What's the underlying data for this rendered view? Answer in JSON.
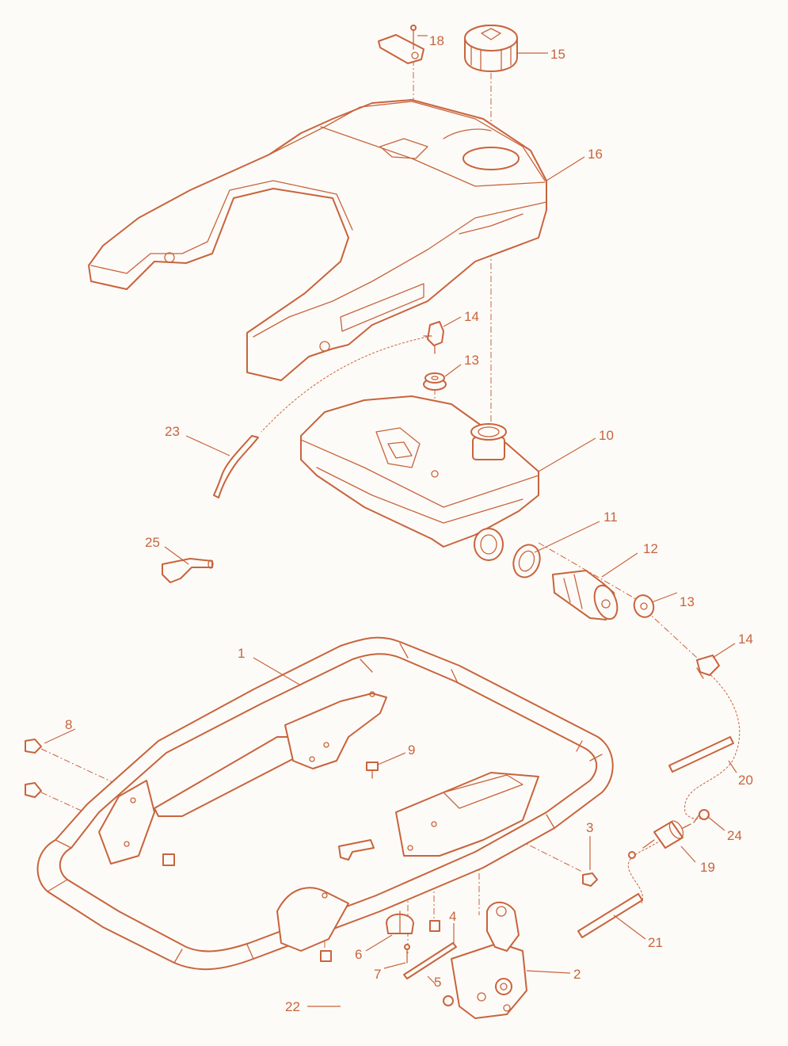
{
  "colors": {
    "line": "#c8643c",
    "background": "#fdfbf8"
  },
  "callouts": [
    {
      "id": "1",
      "label": "1"
    },
    {
      "id": "2",
      "label": "2"
    },
    {
      "id": "3",
      "label": "3"
    },
    {
      "id": "4",
      "label": "4"
    },
    {
      "id": "5",
      "label": "5"
    },
    {
      "id": "6",
      "label": "6"
    },
    {
      "id": "7",
      "label": "7"
    },
    {
      "id": "8",
      "label": "8"
    },
    {
      "id": "9",
      "label": "9"
    },
    {
      "id": "10",
      "label": "10"
    },
    {
      "id": "11",
      "label": "11"
    },
    {
      "id": "12",
      "label": "12"
    },
    {
      "id": "13a",
      "label": "13"
    },
    {
      "id": "13b",
      "label": "13"
    },
    {
      "id": "14a",
      "label": "14"
    },
    {
      "id": "14b",
      "label": "14"
    },
    {
      "id": "15",
      "label": "15"
    },
    {
      "id": "16",
      "label": "16"
    },
    {
      "id": "18",
      "label": "18"
    },
    {
      "id": "19",
      "label": "19"
    },
    {
      "id": "20",
      "label": "20"
    },
    {
      "id": "21",
      "label": "21"
    },
    {
      "id": "22",
      "label": "22"
    },
    {
      "id": "23",
      "label": "23"
    },
    {
      "id": "24",
      "label": "24"
    },
    {
      "id": "25",
      "label": "25"
    }
  ]
}
